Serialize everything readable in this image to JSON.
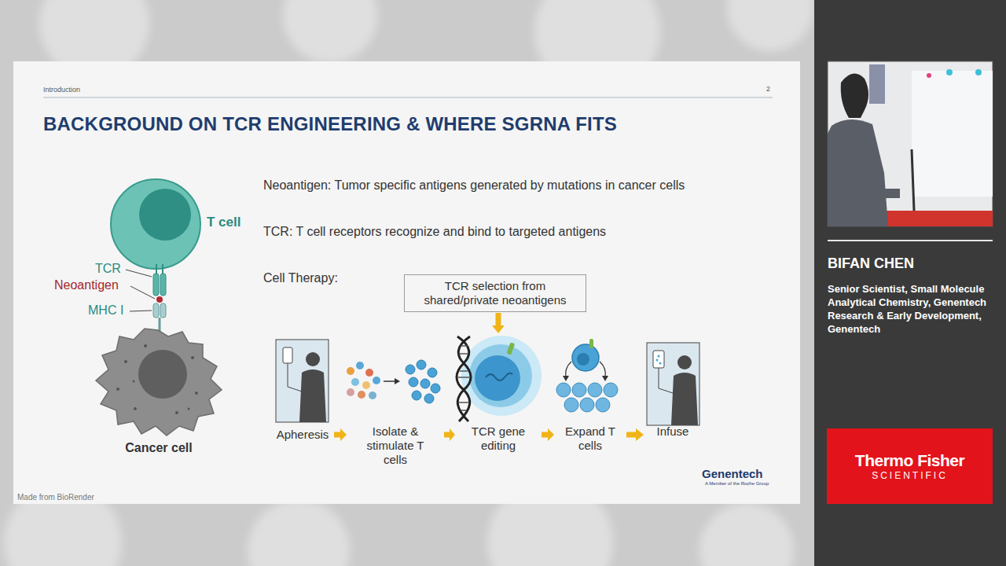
{
  "diagram": {
    "title": "BACKGROUND ON TCR ENGINEERING & WHERE SGRNA FITS",
    "nodes": [
      {
        "text": [
          "T cell"
        ]
      },
      {
        "text": [
          "Cancer cell"
        ]
      },
      {
        "text": [
          "TCR selection from shared/private neoantigens"
        ]
      },
      {
        "text": [
          "Apheresis"
        ]
      },
      {
        "text": [
          "Isolate & stimulate T cells"
        ]
      },
      {
        "text": [
          "TCR gene editing"
        ]
      },
      {
        "text": [
          "Expand T cells"
        ]
      },
      {
        "text": [
          "Infuse"
        ]
      },
      {
        "text": [
          "Thermo Fisher",
          "SCIENTIFIC"
        ]
      }
    ],
    "edges": [
      {
        "from": 3,
        "to": 4,
        "arrow": "to"
      },
      {
        "from": 4,
        "to": 5,
        "arrow": "to"
      },
      {
        "from": 5,
        "to": 6,
        "arrow": "to"
      },
      {
        "from": 6,
        "to": 7,
        "arrow": "to"
      },
      {
        "from": 2,
        "to": 5,
        "arrow": "to"
      }
    ],
    "labels": [
      "Introduction",
      "2",
      "Neoantigen: Tumor specific antigens generated by mutations in cancer cells",
      "TCR: T cell receptors recognize and bind to targeted antigens",
      "Cell Therapy:",
      "TCR",
      "Neoantigen",
      "MHC I",
      "Made from BioRender",
      "Genentech",
      "A Member of the Roche Group",
      "BIFAN CHEN",
      "Senior Scientist, Small Molecule Analytical Chemistry, Genentech Research & Early Development, Genentech"
    ]
  }
}
